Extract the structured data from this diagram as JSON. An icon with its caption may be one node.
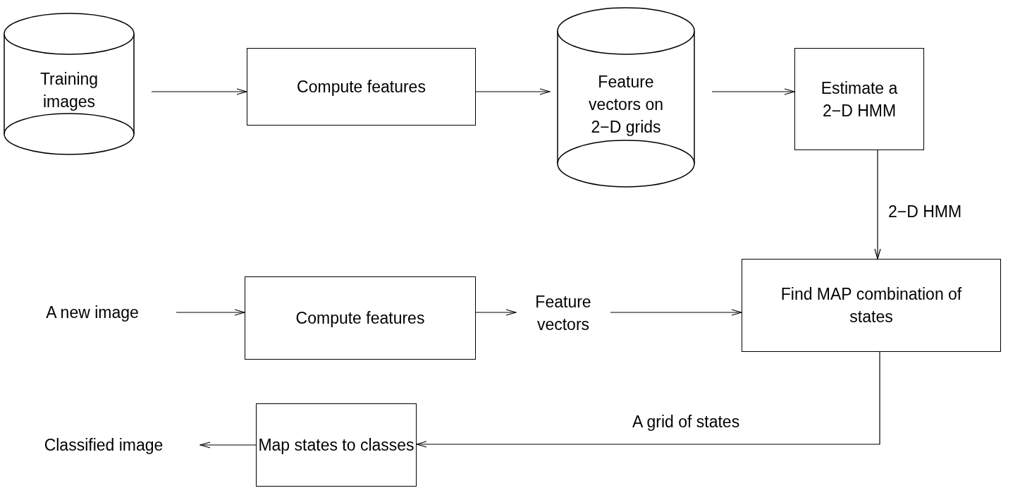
{
  "diagram": {
    "nodes": [
      {
        "text": [
          "Training images"
        ]
      },
      {
        "text": [
          "Compute features"
        ]
      },
      {
        "text": [
          "Feature vectors on 2−D grids"
        ]
      },
      {
        "text": [
          "Estimate a 2−D HMM"
        ]
      },
      {
        "text": [
          "A new image"
        ]
      },
      {
        "text": [
          "Compute features"
        ]
      },
      {
        "text": [
          "Feature vectors"
        ]
      },
      {
        "text": [
          "Find MAP combination of states"
        ]
      },
      {
        "text": [
          "Map states to classes"
        ]
      },
      {
        "text": [
          "Classified image"
        ]
      }
    ],
    "edges": [
      {
        "from": 0,
        "to": 1,
        "arrow": "to"
      },
      {
        "from": 1,
        "to": 2,
        "arrow": "to"
      },
      {
        "from": 2,
        "to": 3,
        "arrow": "to"
      },
      {
        "from": 3,
        "to": 7,
        "arrow": "to",
        "label": "2−D HMM"
      },
      {
        "from": 4,
        "to": 5,
        "arrow": "to"
      },
      {
        "from": 5,
        "to": 6,
        "arrow": "to"
      },
      {
        "from": 6,
        "to": 7,
        "arrow": "to"
      },
      {
        "from": 7,
        "to": 8,
        "arrow": "to",
        "label": "A grid of states"
      },
      {
        "from": 8,
        "to": 9,
        "arrow": "to"
      }
    ]
  }
}
